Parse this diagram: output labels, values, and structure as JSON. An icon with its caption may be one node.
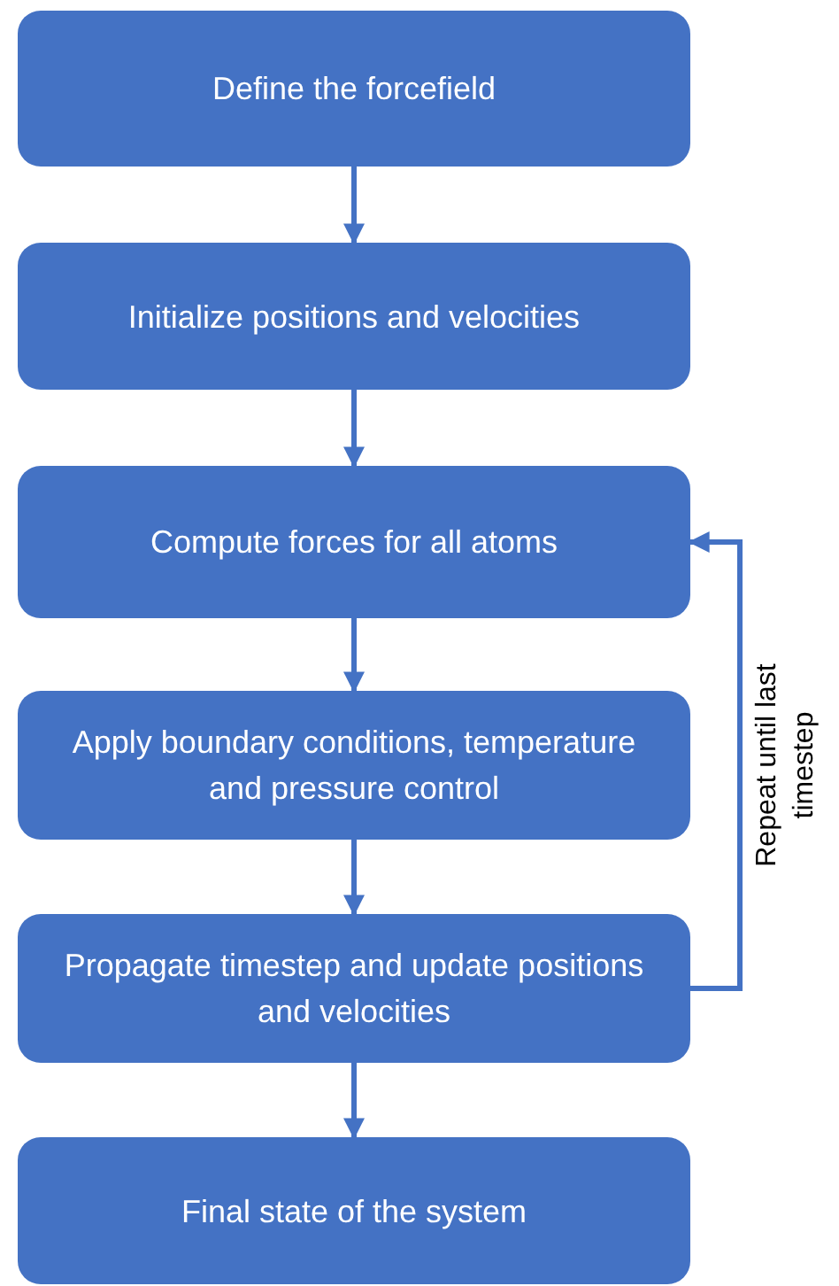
{
  "diagram": {
    "nodes": [
      {
        "text": [
          "Define the forcefield"
        ]
      },
      {
        "text": [
          "Initialize positions and velocities"
        ]
      },
      {
        "text": [
          "Compute forces for all atoms"
        ]
      },
      {
        "text": [
          "Apply boundary conditions, temperature and pressure control"
        ]
      },
      {
        "text": [
          "Propagate timestep and update positions and velocities"
        ]
      },
      {
        "text": [
          "Final state of the system"
        ]
      }
    ],
    "edges": [
      {
        "from": 0,
        "to": 1,
        "arrow": "to"
      },
      {
        "from": 1,
        "to": 2,
        "arrow": "to"
      },
      {
        "from": 2,
        "to": 3,
        "arrow": "to"
      },
      {
        "from": 3,
        "to": 4,
        "arrow": "to"
      },
      {
        "from": 4,
        "to": 5,
        "arrow": "to"
      },
      {
        "from": 4,
        "to": 2,
        "arrow": "to",
        "label": "Repeat until last timestep"
      }
    ]
  }
}
